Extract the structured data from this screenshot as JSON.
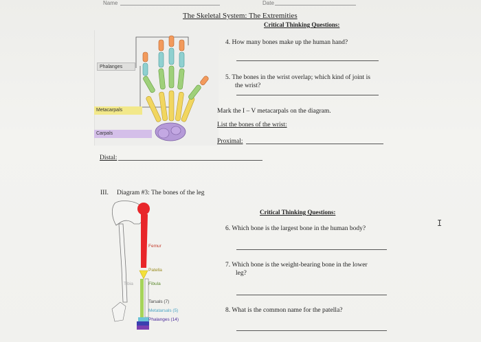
{
  "header": {
    "name_label": "Name",
    "date_label": "Date",
    "title": "The Skeletal System: The Extremities"
  },
  "section_hand": {
    "critical_heading": "Critical Thinking Questions:",
    "labels": [
      "Phalanges",
      "Metacarpals",
      "Carpals"
    ],
    "q4": "4.  How many bones make up the human hand?",
    "q5_line1": "5.  The bones in the wrist overlap; which kind of joint is",
    "q5_line2": "the wrist?",
    "mark_instruction": "Mark the I – V metacarpals on the diagram.",
    "list_heading": "List the bones of the wrist:",
    "proximal_label": "Proximal:",
    "distal_label": "Distal:"
  },
  "section_leg": {
    "number": "III.",
    "title": "Diagram #3:  The bones of the leg",
    "labels": [
      "Femur",
      "Patella",
      "Tibia",
      "Fibula",
      "Tarsals (7)",
      "Metatarsals (5)",
      "Phalanges (14)"
    ],
    "critical_heading": "Critical Thinking Questions:",
    "q6": "6.  Which bone is the largest bone in the human body?",
    "q7_line1": "7.  Which bone is the weight-bearing bone in the lower",
    "q7_line2": "leg?",
    "q8": "8.  What is the common name for the patella?"
  },
  "ui": {
    "cursor_glyph": "I"
  },
  "colors": {
    "carpals": "#b59ad8",
    "metacarpals": "#f1d660",
    "femur": "#e8262a",
    "patella": "#f3e03a",
    "fibula": "#a6d45a"
  }
}
